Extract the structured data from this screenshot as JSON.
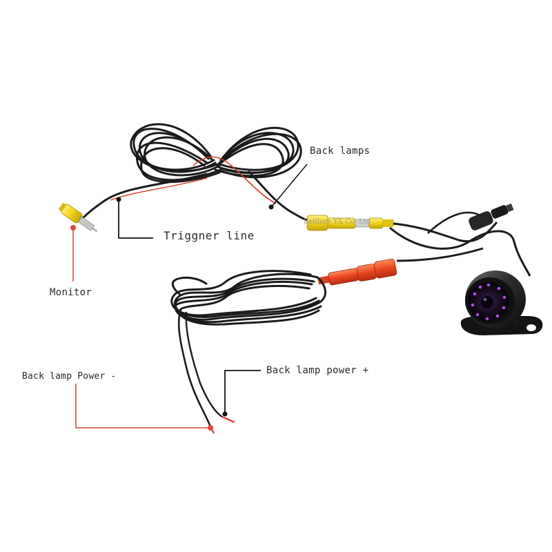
{
  "labels": {
    "back_lamps": "Back lamps",
    "trigger_line": "Triggner line",
    "monitor": "Monitor",
    "back_lamp_power_minus": "Back lamp Power -",
    "back_lamp_power_plus": "Back lamp power +"
  },
  "watermark": "Bellfore YX Co. Ltd",
  "colors": {
    "cable": "#1b1b1b",
    "rca_yellow": "#f2d21a",
    "rca_red": "#e8451f",
    "red_wire": "#d63a2a",
    "callout_black": "#111111",
    "callout_red": "#e2463a",
    "camera_body": "#2a2a2a",
    "ir_led": "#a23bd6"
  },
  "icons": [
    "rca-yellow-plug-icon",
    "rca-yellow-jack-icon",
    "rca-red-jack-icon",
    "camera-icon",
    "mounting-bracket-icon"
  ]
}
